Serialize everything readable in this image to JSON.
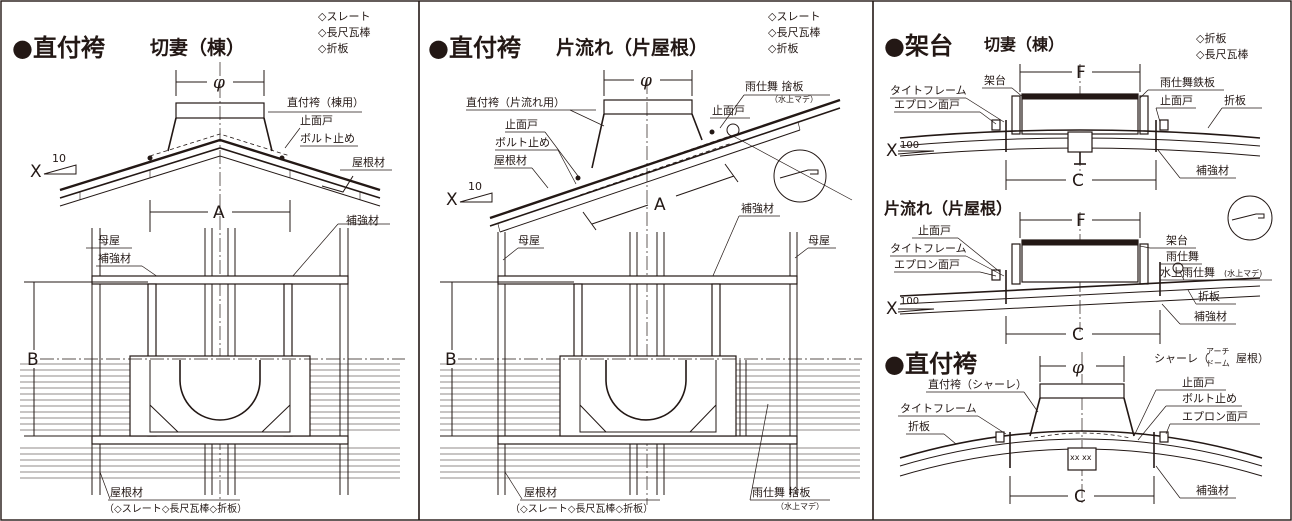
{
  "panel1": {
    "title": "●直付袴",
    "subtitle": "切妻（棟）",
    "materials": [
      "◇スレート",
      "◇長尺瓦棒",
      "◇折板"
    ],
    "dims": {
      "phi": "φ",
      "a": "A",
      "b": "B",
      "x": "X",
      "slope": "10"
    },
    "labels": {
      "hakama": "直付袴（棟用）",
      "shimen": "止面戸",
      "bolt": "ボルト止め",
      "roof": "屋根材",
      "hokyo": "補強材",
      "moya": "母屋",
      "hokyo2": "補強材",
      "roof_bottom": "屋根材",
      "roof_bottom_note": "（◇スレート◇長尺瓦棒◇折板）"
    }
  },
  "panel2": {
    "title": "●直付袴",
    "subtitle": "片流れ（片屋根）",
    "materials": [
      "◇スレート",
      "◇長尺瓦棒",
      "◇折板"
    ],
    "dims": {
      "phi": "φ",
      "a": "A",
      "b": "B",
      "x": "X",
      "slope": "10"
    },
    "labels": {
      "hakama": "直付袴（片流れ用）",
      "amajimai_top": "雨仕舞 捨板",
      "amajimai_top_note": "（水上マデ）",
      "shimen": "止面戸",
      "shimen2": "止面戸",
      "bolt": "ボルト止め",
      "roof": "屋根材",
      "hokyo": "補強材",
      "moya_left": "母屋",
      "moya_right": "母屋",
      "roof_bottom": "屋根材",
      "roof_bottom_note": "（◇スレート◇長尺瓦棒◇折板）",
      "amajimai_bottom": "雨仕舞 捨板",
      "amajimai_bottom_note": "（水上マデ）"
    }
  },
  "panel3": {
    "title": "●架台",
    "subtitle": "切妻（棟）",
    "materials": [
      "◇折板",
      "◇長尺瓦棒"
    ],
    "dims": {
      "f": "F",
      "c": "C",
      "x": "X",
      "slope": "100"
    },
    "labels": {
      "tieframe": "タイトフレーム",
      "kadai": "架台",
      "amajimai_tetsu": "雨仕舞鉄板",
      "apron": "エプロン面戸",
      "shimen": "止面戸",
      "oriita": "折板",
      "hokyo": "補強材"
    },
    "sec2": {
      "title": "片流れ（片屋根）",
      "dims": {
        "f": "F",
        "c": "C",
        "x": "X",
        "slope": "100"
      },
      "labels": {
        "kadai": "架台",
        "amajimai": "雨仕舞",
        "mizukami": "水上雨仕舞",
        "mizukami_note": "(水上マデ)",
        "shimen": "止面戸",
        "tieframe": "タイトフレーム",
        "apron": "エプロン面戸",
        "oriita": "折板",
        "hokyo": "補強材"
      }
    },
    "sec3": {
      "title": "●直付袴",
      "note": "シャーレ（",
      "note_top": "アーチ",
      "note_bottom": "ドーム",
      "note_end": "屋根）",
      "dims": {
        "phi": "φ",
        "c": "C"
      },
      "labels": {
        "hakama": "直付袴（シャーレ）",
        "shimen": "止面戸",
        "bolt": "ボルト止め",
        "tieframe": "タイトフレーム",
        "apron": "エプロン面戸",
        "oriita": "折板",
        "hokyo": "補強材"
      }
    }
  },
  "colors": {
    "ink": "#231815",
    "background": "#ffffff"
  }
}
